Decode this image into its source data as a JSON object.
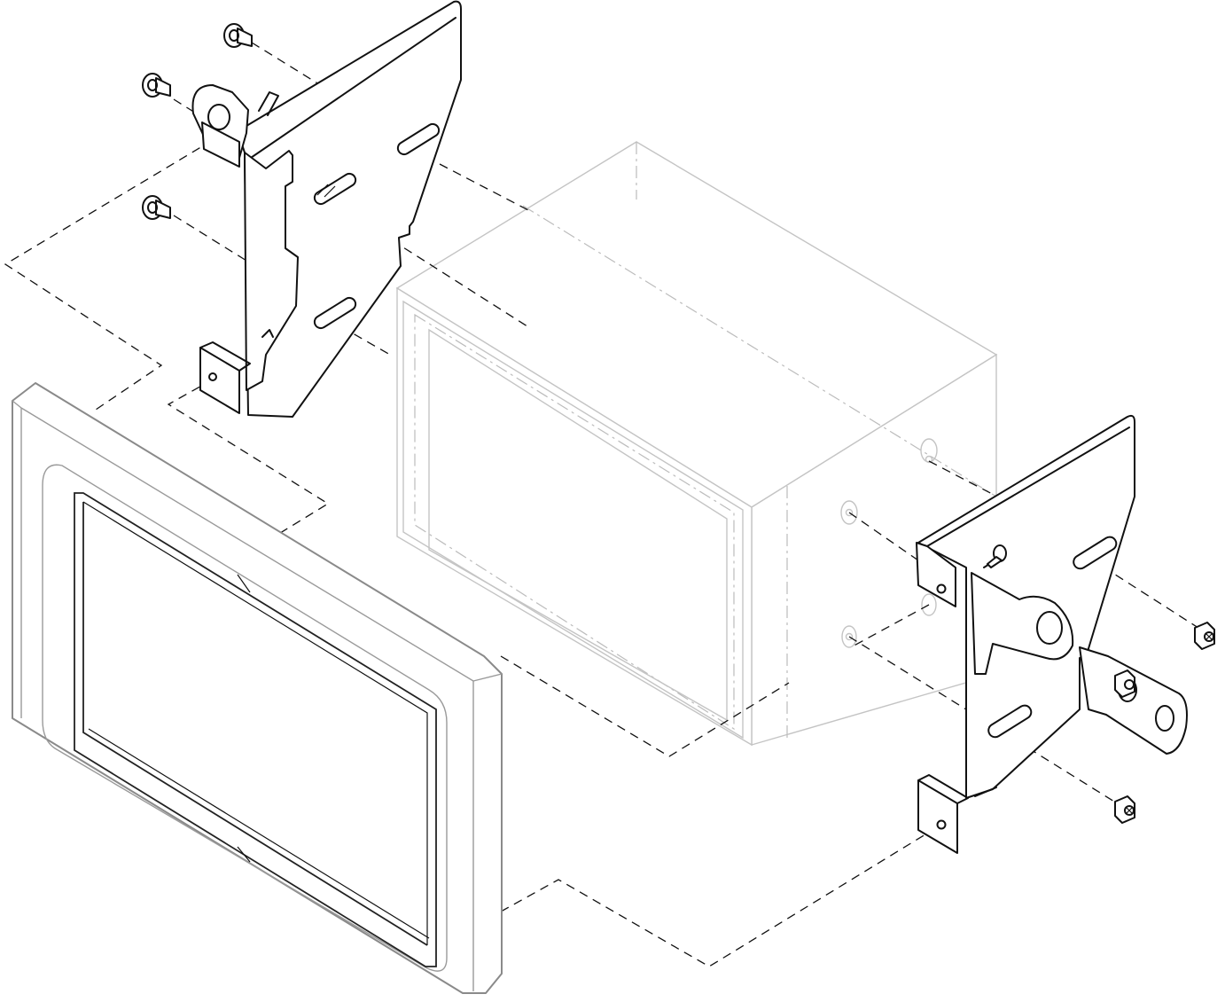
{
  "diagram": {
    "parts": [
      "dash-trim-bezel",
      "radio-unit",
      "left-mounting-bracket",
      "right-mounting-bracket",
      "screw"
    ],
    "screw_count": 7,
    "colors": {
      "line": "#111111",
      "radio_unit": "#c4c4c4",
      "bezel": "#8a8a8a",
      "background": "#ffffff"
    }
  }
}
